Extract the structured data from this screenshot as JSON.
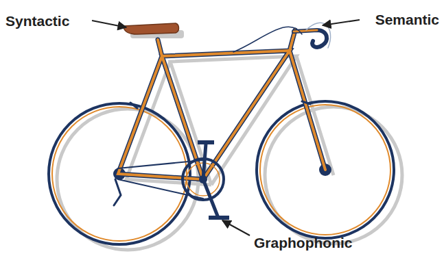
{
  "diagram": {
    "labels": [
      "Syntactic",
      "Semantic",
      "Graphophonic"
    ]
  }
}
